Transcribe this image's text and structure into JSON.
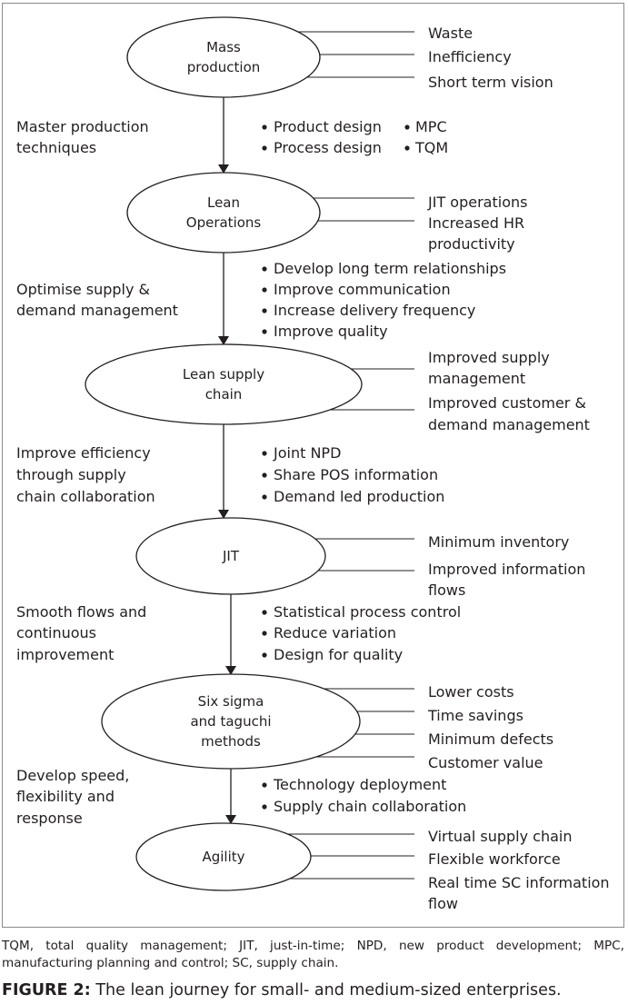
{
  "stages": [
    {
      "id": "mass",
      "label": [
        "Mass",
        "production"
      ],
      "outcomes": [
        [
          "Waste"
        ],
        [
          "Inefficiency"
        ],
        [
          "Short term vision"
        ]
      ]
    },
    {
      "id": "lean-ops",
      "label": [
        "Lean",
        "Operations"
      ],
      "outcomes": [
        [
          "JIT operations"
        ],
        [
          "Increased HR",
          "productivity"
        ]
      ]
    },
    {
      "id": "lean-sc",
      "label": [
        "Lean supply",
        "chain"
      ],
      "outcomes": [
        [
          "Improved supply",
          "management"
        ],
        [
          "Improved customer &",
          "demand management"
        ]
      ]
    },
    {
      "id": "jit",
      "label": [
        "JIT"
      ],
      "outcomes": [
        [
          "Minimum inventory"
        ],
        [
          "Improved information",
          "flows"
        ]
      ]
    },
    {
      "id": "six-sigma",
      "label": [
        "Six sigma",
        "and taguchi",
        "methods"
      ],
      "outcomes": [
        [
          "Lower costs"
        ],
        [
          "Time savings"
        ],
        [
          "Minimum defects"
        ],
        [
          "Customer value"
        ]
      ]
    },
    {
      "id": "agility",
      "label": [
        "Agility"
      ],
      "outcomes": [
        [
          "Virtual supply chain"
        ],
        [
          "Flexible workforce"
        ],
        [
          "Real time SC information",
          "flow"
        ]
      ]
    }
  ],
  "transitions": [
    {
      "label": [
        "Master production",
        "techniques"
      ],
      "bullets": [
        "Product design",
        "Process design"
      ],
      "bullets_right": [
        "MPC",
        "TQM"
      ]
    },
    {
      "label": [
        "Optimise supply &",
        "demand management"
      ],
      "bullets": [
        "Develop long term relationships",
        "Improve communication",
        "Increase delivery frequency",
        "Improve quality"
      ]
    },
    {
      "label": [
        "Improve efficiency",
        "through supply",
        "chain collaboration"
      ],
      "bullets": [
        "Joint NPD",
        "Share POS information",
        "Demand led production"
      ]
    },
    {
      "label": [
        "Smooth flows and",
        "continuous",
        "improvement"
      ],
      "bullets": [
        "Statistical process control",
        "Reduce variation",
        "Design for quality"
      ]
    },
    {
      "label": [
        "Develop speed,",
        "flexibility and",
        "response"
      ],
      "bullets": [
        "Technology deployment",
        "Supply chain collaboration"
      ]
    }
  ],
  "caption": {
    "abbreviations": "TQM, total quality management; JIT, just-in-time; NPD, new product development; MPC, manufacturing planning and control; SC, supply chain.",
    "figure_label": "FIGURE 2:",
    "figure_title": "The lean journey for small- and medium-sized enterprises."
  }
}
